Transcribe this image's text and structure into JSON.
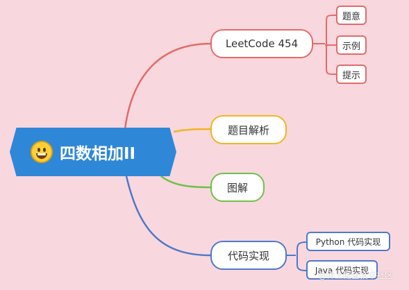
{
  "root": {
    "title": "四数相加II"
  },
  "branches": {
    "leetcode": {
      "label": "LeetCode 454",
      "children": [
        "题意",
        "示例",
        "提示"
      ]
    },
    "parse": {
      "label": "题目解析"
    },
    "graph": {
      "label": "图解"
    },
    "code": {
      "label": "代码实现",
      "children": [
        "Python 代码实现",
        "Java 代码实现"
      ]
    }
  },
  "watermark": "@稀土掘金技术社区",
  "colors": {
    "background": "#f9d7de",
    "root": "#2f87d8",
    "red": "#e36b67",
    "yellow": "#f2b51f",
    "green": "#6cc24a",
    "blue": "#4d79c7"
  }
}
